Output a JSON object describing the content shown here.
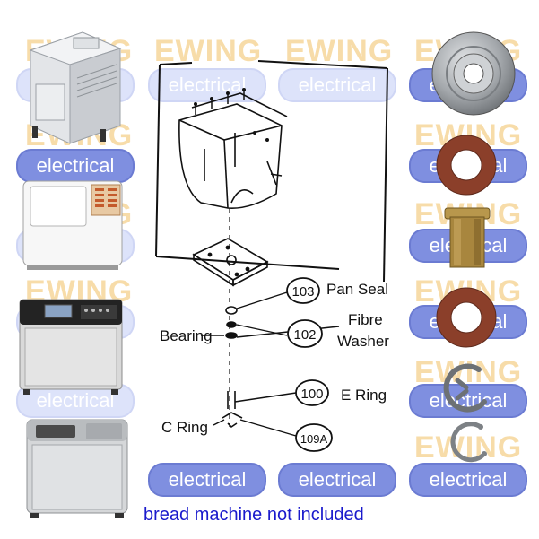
{
  "watermark": {
    "brand_top": "EWING",
    "brand_bottom": "electrical"
  },
  "diagram": {
    "labels": {
      "pan_seal": "Pan Seal",
      "bearing": "Bearing",
      "fibre_washer_line1": "Fibre",
      "fibre_washer_line2": "Washer",
      "e_ring": "E Ring",
      "c_ring": "C Ring"
    },
    "part_numbers": {
      "pan_seal": "103",
      "fibre_washer": "102",
      "e_ring": "100",
      "c_ring": "109A"
    }
  },
  "caption": "bread machine not included",
  "colors": {
    "caption": "#1a1acc",
    "watermark_text": "#f7d9a0",
    "watermark_badge": "#7f8fe0",
    "fibre_washer": "#8b3f2a",
    "bushing": "#a8863e"
  }
}
